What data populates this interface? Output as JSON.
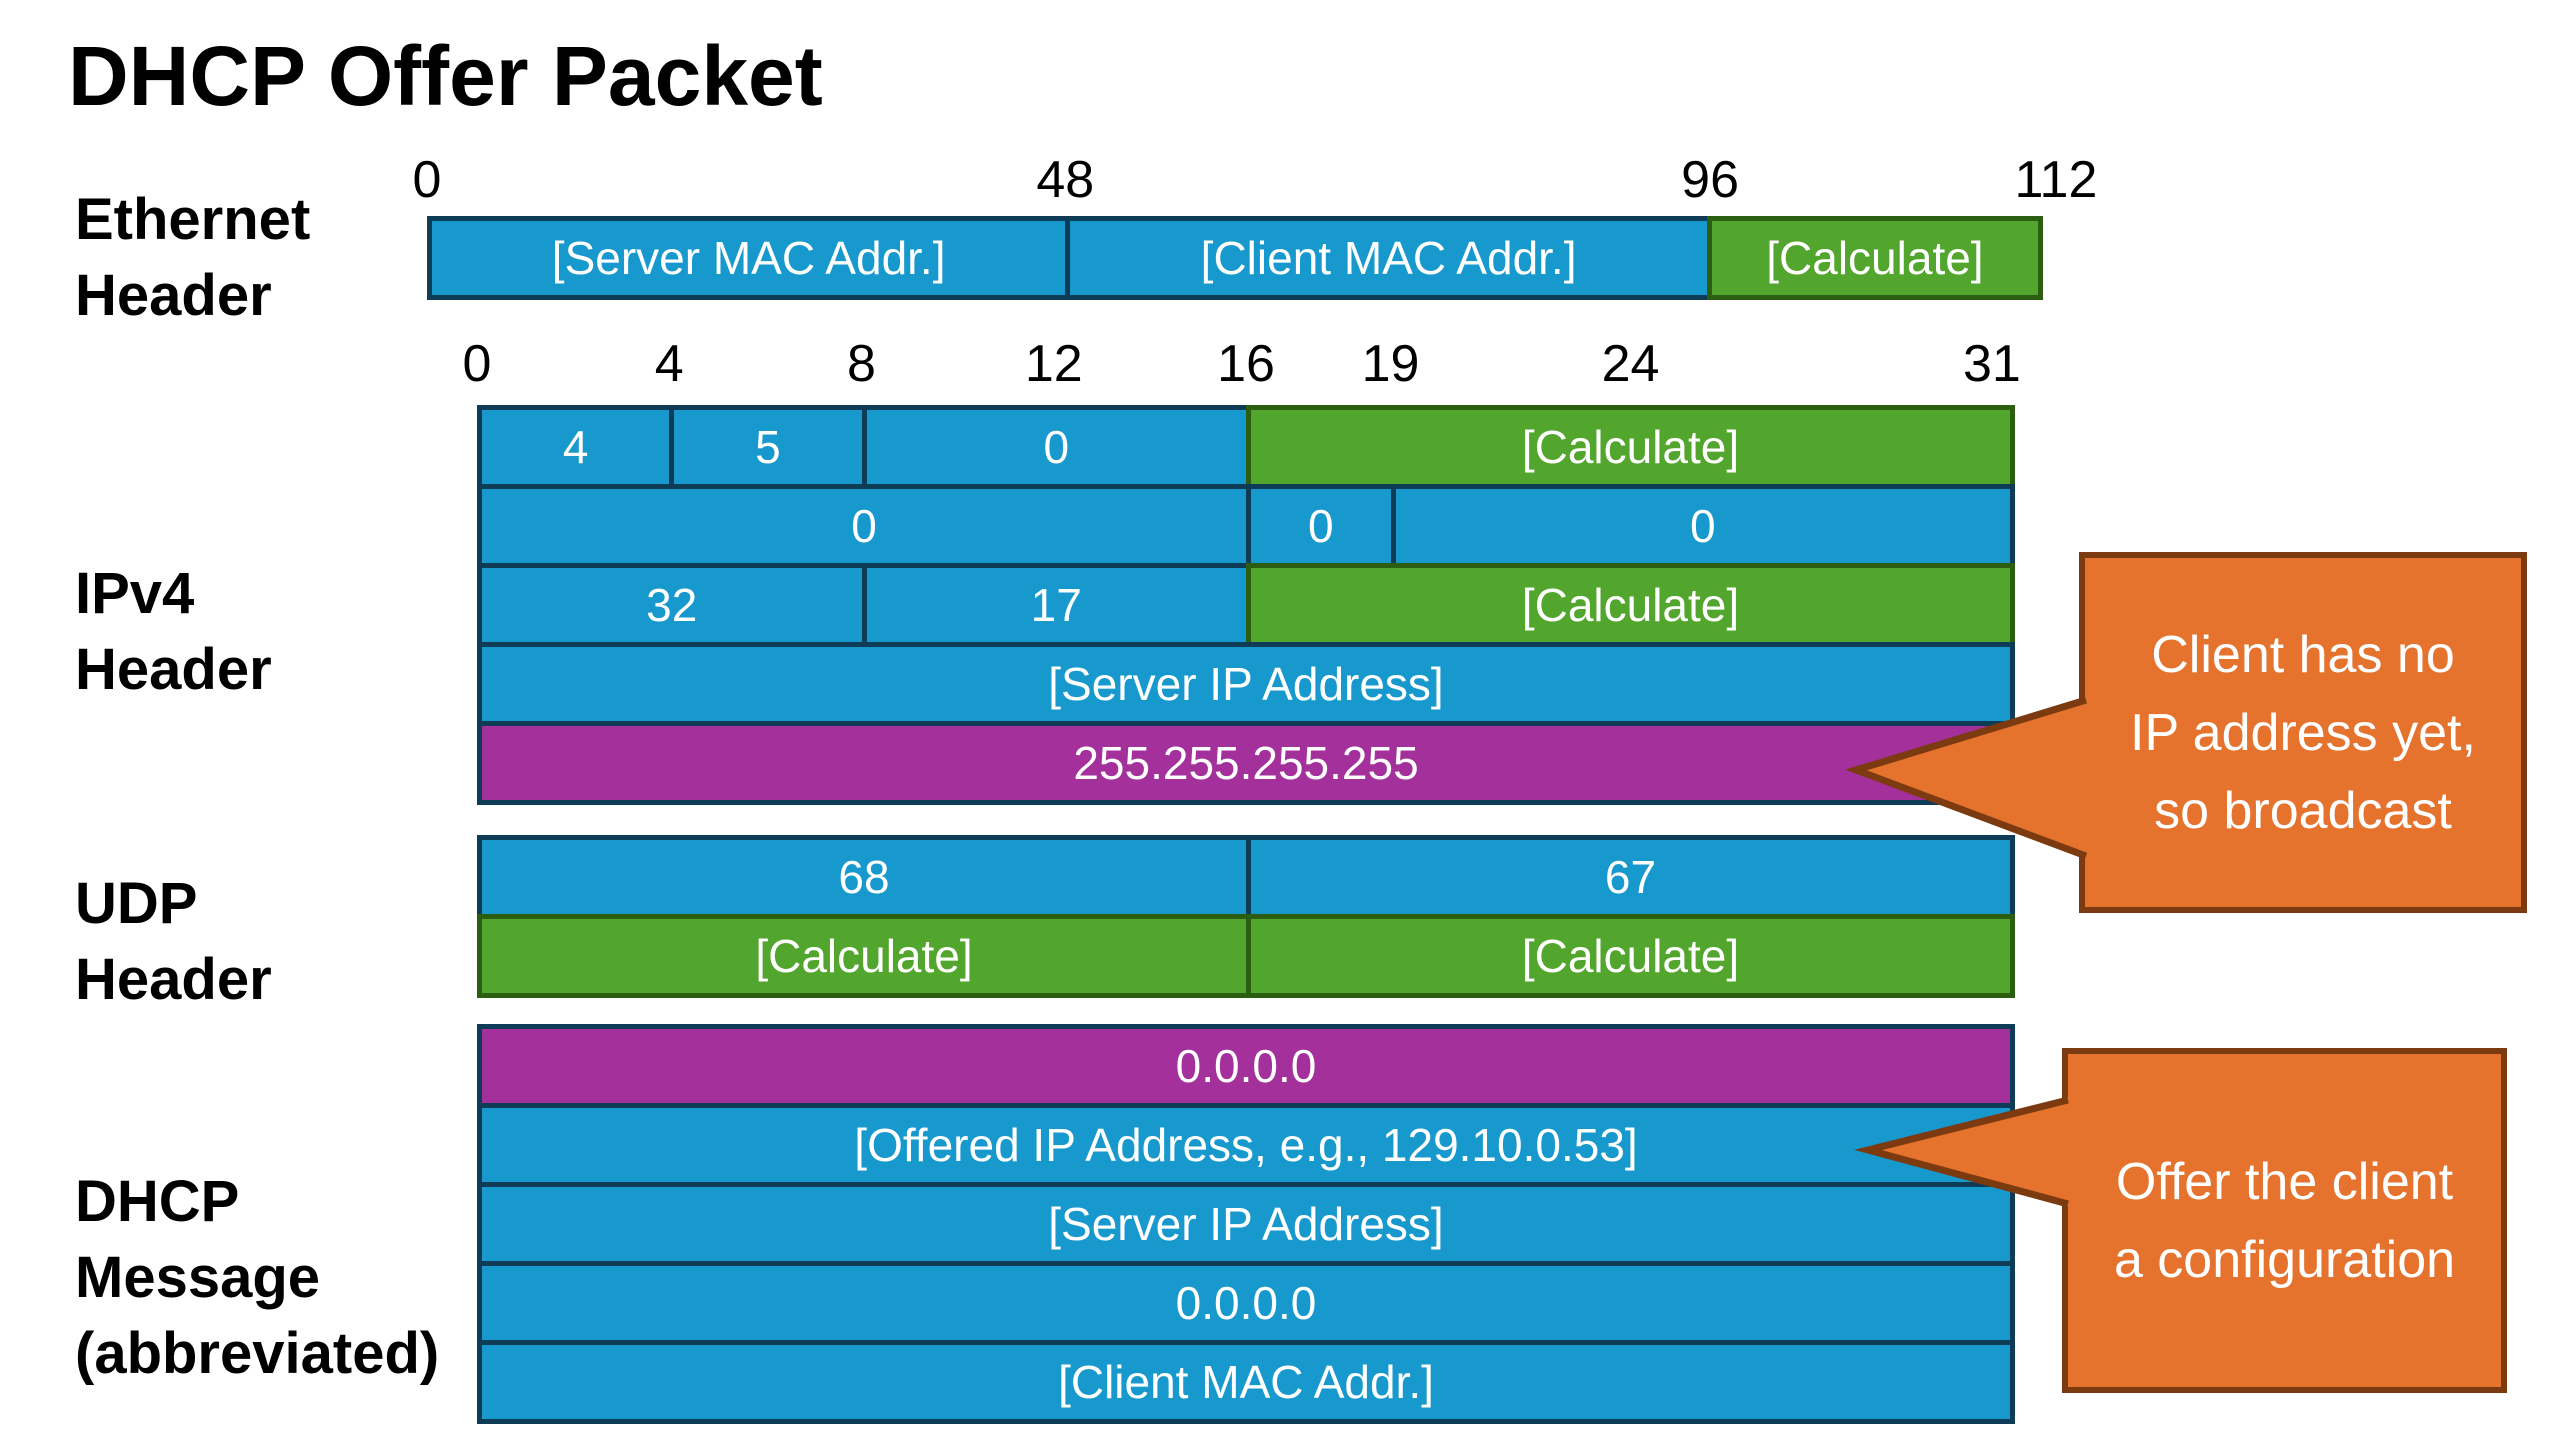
{
  "title": "DHCP Offer Packet",
  "colors": {
    "field_blue": "#1899CE",
    "field_blue_border": "#0E3C57",
    "field_green": "#53A62D",
    "field_green_border": "#2B5E10",
    "field_purple": "#A4309C",
    "callout_orange": "#E5732E",
    "callout_border": "#7C3A10",
    "text_light": "#FFFFFF",
    "text_dark": "#000000"
  },
  "sections": [
    {
      "id": "ethernet-header",
      "label_lines": [
        "Ethernet",
        "Header"
      ],
      "scale_ticks": [
        {
          "label": "0",
          "pos": 0
        },
        {
          "label": "48",
          "pos": 39.5
        },
        {
          "label": "96",
          "pos": 79.4
        },
        {
          "label": "112",
          "pos": 100.8
        }
      ],
      "rows": [
        {
          "cells": [
            {
              "text": "[Server MAC Addr.]",
              "w": 39.5,
              "color": "blue"
            },
            {
              "text": "[Client MAC Addr.]",
              "w": 39.7,
              "color": "blue"
            },
            {
              "text": "[Calculate]",
              "w": 20.8,
              "color": "green"
            }
          ]
        }
      ]
    },
    {
      "id": "ipv4-header",
      "label_lines": [
        "IPv4",
        "Header"
      ],
      "scale_ticks": [
        {
          "label": "0",
          "pos": 0
        },
        {
          "label": "4",
          "pos": 12.5
        },
        {
          "label": "8",
          "pos": 25
        },
        {
          "label": "12",
          "pos": 37.5
        },
        {
          "label": "16",
          "pos": 50
        },
        {
          "label": "19",
          "pos": 59.4
        },
        {
          "label": "24",
          "pos": 75
        },
        {
          "label": "31",
          "pos": 98.5
        }
      ],
      "rows": [
        {
          "cells": [
            {
              "text": "4",
              "w": 12.5,
              "color": "blue"
            },
            {
              "text": "5",
              "w": 12.5,
              "color": "blue"
            },
            {
              "text": "0",
              "w": 25,
              "color": "blue"
            },
            {
              "text": "[Calculate]",
              "w": 50,
              "color": "green"
            }
          ]
        },
        {
          "cells": [
            {
              "text": "0",
              "w": 50,
              "color": "blue"
            },
            {
              "text": "0",
              "w": 9.4,
              "color": "blue"
            },
            {
              "text": "0",
              "w": 40.6,
              "color": "blue"
            }
          ]
        },
        {
          "cells": [
            {
              "text": "32",
              "w": 25,
              "color": "blue"
            },
            {
              "text": "17",
              "w": 25,
              "color": "blue"
            },
            {
              "text": "[Calculate]",
              "w": 50,
              "color": "green"
            }
          ]
        },
        {
          "cells": [
            {
              "text": "[Server IP Address]",
              "w": 100,
              "color": "blue"
            }
          ]
        },
        {
          "cells": [
            {
              "text": "255.255.255.255",
              "w": 100,
              "color": "purple"
            }
          ]
        }
      ]
    },
    {
      "id": "udp-header",
      "label_lines": [
        "UDP",
        "Header"
      ],
      "scale_ticks": [],
      "rows": [
        {
          "cells": [
            {
              "text": "68",
              "w": 50,
              "color": "blue"
            },
            {
              "text": "67",
              "w": 50,
              "color": "blue"
            }
          ]
        },
        {
          "cells": [
            {
              "text": "[Calculate]",
              "w": 50,
              "color": "green"
            },
            {
              "text": "[Calculate]",
              "w": 50,
              "color": "green"
            }
          ]
        }
      ]
    },
    {
      "id": "dhcp-message",
      "label_lines": [
        "DHCP",
        "Message",
        "(abbreviated)"
      ],
      "scale_ticks": [],
      "rows": [
        {
          "cells": [
            {
              "text": "0.0.0.0",
              "w": 100,
              "color": "purple"
            }
          ]
        },
        {
          "cells": [
            {
              "text": "[Offered IP Address, e.g., 129.10.0.53]",
              "w": 100,
              "color": "blue"
            }
          ]
        },
        {
          "cells": [
            {
              "text": "[Server IP Address]",
              "w": 100,
              "color": "blue"
            }
          ]
        },
        {
          "cells": [
            {
              "text": "0.0.0.0",
              "w": 100,
              "color": "blue"
            }
          ]
        },
        {
          "cells": [
            {
              "text": "[Client MAC Addr.]",
              "w": 100,
              "color": "blue"
            }
          ]
        }
      ]
    }
  ],
  "callouts": [
    {
      "id": "broadcast-note",
      "lines": [
        "Client has no",
        "IP address yet,",
        "so broadcast"
      ]
    },
    {
      "id": "offer-note",
      "lines": [
        "Offer the client",
        "a configuration"
      ]
    }
  ]
}
